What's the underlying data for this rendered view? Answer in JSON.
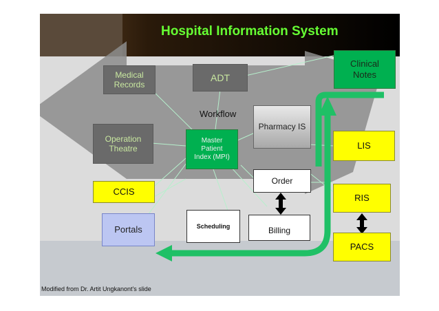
{
  "slide": {
    "title": "Hospital Information System",
    "workflow_label": "Workflow",
    "credit": "Modified from Dr. Artit Ungkanont's slide"
  },
  "nodes": {
    "medical_records": "Medical\nRecords",
    "adt": "ADT",
    "clinical_notes": "Clinical\nNotes",
    "pharmacy_is": "Pharmacy IS",
    "operation_theatre": "Operation\nTheatre",
    "mpi": "Master\nPatient\nIndex (MPI)",
    "lis": "LIS",
    "order": "Order",
    "ccis": "CCIS",
    "ris": "RIS",
    "scheduling": "Scheduling",
    "billing": "Billing",
    "portals": "Portals",
    "pacs": "PACS"
  },
  "colors": {
    "title": "#66ff33",
    "grey_box": "#6a6a6a",
    "green_box": "#00b050",
    "yellow_box": "#ffff00",
    "arrow": "#8c8c8c",
    "workflow_arrow": "#1fc066",
    "connector": "#b6f0cc"
  }
}
